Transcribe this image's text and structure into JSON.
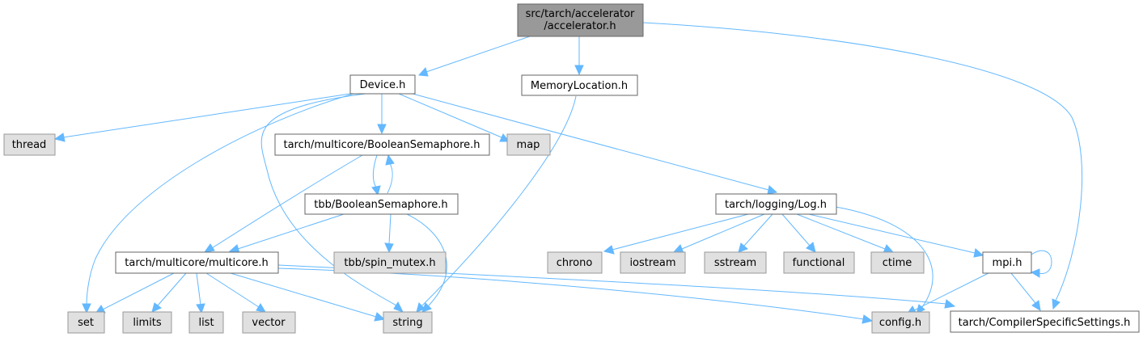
{
  "root": {
    "line1": "src/tarch/accelerator",
    "line2": "/accelerator.h"
  },
  "nodes": {
    "device": "Device.h",
    "memloc": "MemoryLocation.h",
    "thread": "thread",
    "boolsem": "tarch/multicore/BooleanSemaphore.h",
    "map": "map",
    "log": "tarch/logging/Log.h",
    "tbbsem": "tbb/BooleanSemaphore.h",
    "multicore": "tarch/multicore/multicore.h",
    "spinmutex": "tbb/spin_mutex.h",
    "chrono": "chrono",
    "iostream": "iostream",
    "sstream": "sstream",
    "functional": "functional",
    "ctime": "ctime",
    "mpi": "mpi.h",
    "set": "set",
    "limits": "limits",
    "list": "list",
    "vector": "vector",
    "string": "string",
    "config": "config.h",
    "compiler": "tarch/CompilerSpecificSettings.h"
  },
  "colors": {
    "root_fill": "#999999",
    "root_stroke": "#666666",
    "doc_fill": "#ffffff",
    "doc_stroke": "#666666",
    "ext_fill": "#e0e0e0",
    "ext_stroke": "#999999",
    "edge": "#63b8ff"
  }
}
